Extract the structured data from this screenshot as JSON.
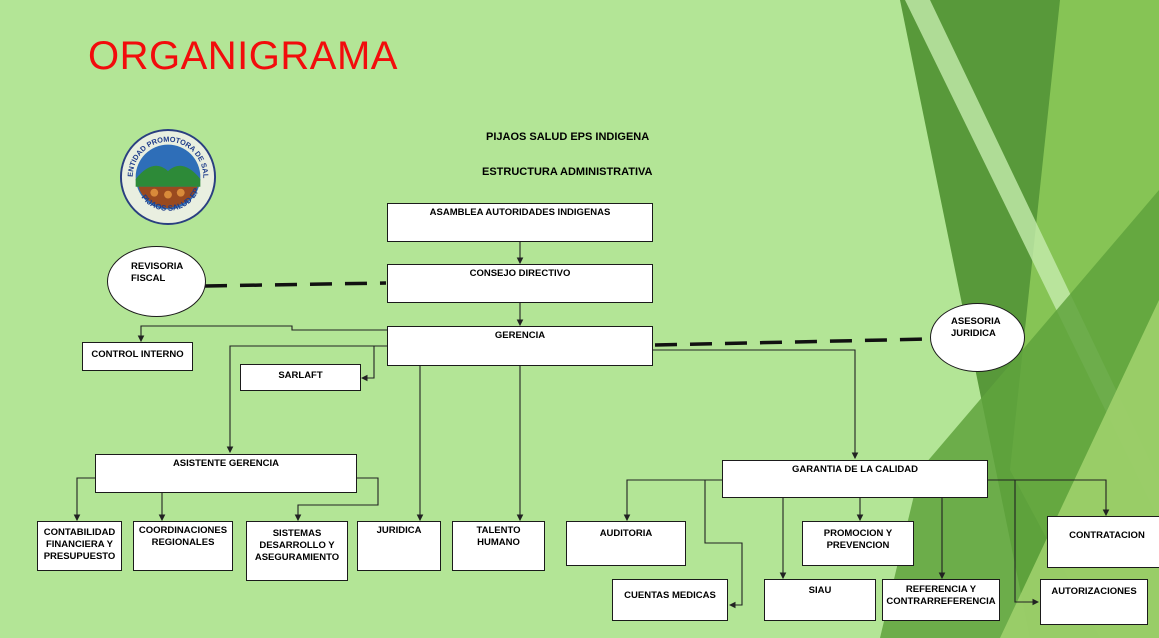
{
  "slide": {
    "title": "ORGANIGRAMA",
    "heading": "PIJAOS SALUD EPS INDIGENA",
    "subheading": "ESTRUCTURA ADMINISTRATIVA",
    "logo_text": "ENTIDAD PROMOTORA DE SALUD INDIGENA · PIJAOS SALUD EPS I",
    "colors": {
      "title": "#f20c0c",
      "background": "#b3e596",
      "accent_dark": "#4f8a2e",
      "accent_light": "#7cc24f"
    }
  },
  "org": {
    "asamblea": "ASAMBLEA AUTORIDADES INDIGENAS",
    "consejo": "CONSEJO DIRECTIVO",
    "gerencia": "GERENCIA",
    "revisoria": "REVISORIA\nFISCAL",
    "asesoria": "ASESORIA\nJURIDICA",
    "control_interno": "CONTROL INTERNO",
    "sarlaft": "SARLAFT",
    "asistente": "ASISTENTE GERENCIA",
    "contabilidad": "CONTABILIDAD\nFINANCIERA Y\nPRESUPUESTO",
    "coordinaciones": "COORDINACIONES\nREGIONALES",
    "sistemas": "SISTEMAS\nDESARROLLO Y\nASEGURAMIENTO",
    "juridica": "JURIDICA",
    "talento": "TALENTO\nHUMANO",
    "garantia": "GARANTIA DE LA CALIDAD",
    "auditoria": "AUDITORIA",
    "cuentas": "CUENTAS MEDICAS",
    "siau": "SIAU",
    "promocion": "PROMOCION Y\nPREVENCION",
    "referencia": "REFERENCIA Y\nCONTRARREFERENCIA",
    "contratacion": "CONTRATACION",
    "autorizaciones": "AUTORIZACIONES"
  }
}
